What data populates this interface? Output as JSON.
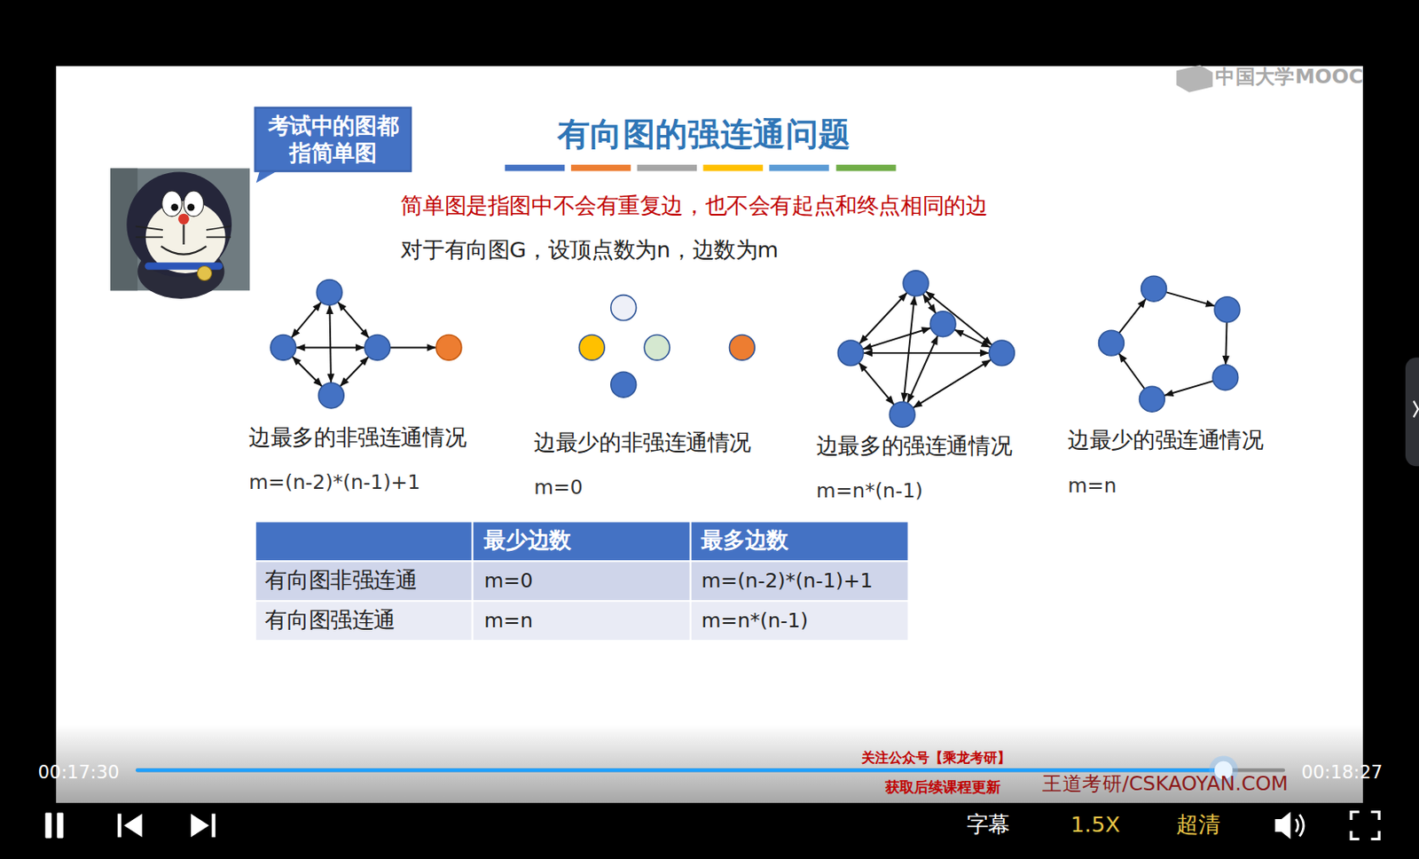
{
  "diagram": {
    "title": "有向图的强连通问题",
    "nodes": [
      {
        "text": [
          "考试中的图都指简单图"
        ]
      }
    ],
    "labels": [
      "简单图是指图中不会有重复边，也不会有起点和终点相同的边",
      "对于有向图G，设顶点数为n，边数为m",
      "边最多的非强连通情况",
      "m=(n-2)*(n-1)+1",
      "边最少的非强连通情况",
      "m=0",
      "边最多的强连通情况",
      "m=n*(n-1)",
      "边最少的强连通情况",
      "m=n",
      "最少边数",
      "最多边数",
      "有向图非强连通",
      "m=0",
      "m=(n-2)*(n-1)+1",
      "有向图强连通",
      "m=n",
      "m=n*(n-1)",
      "中国大学MOOC",
      "关注公众号【乘龙考研】",
      "获取后续课程更新",
      "王道考研/CSKAOYAN.COM",
      "00:17:30",
      "00:18:27",
      "字幕",
      "1.5X",
      "超清"
    ]
  }
}
